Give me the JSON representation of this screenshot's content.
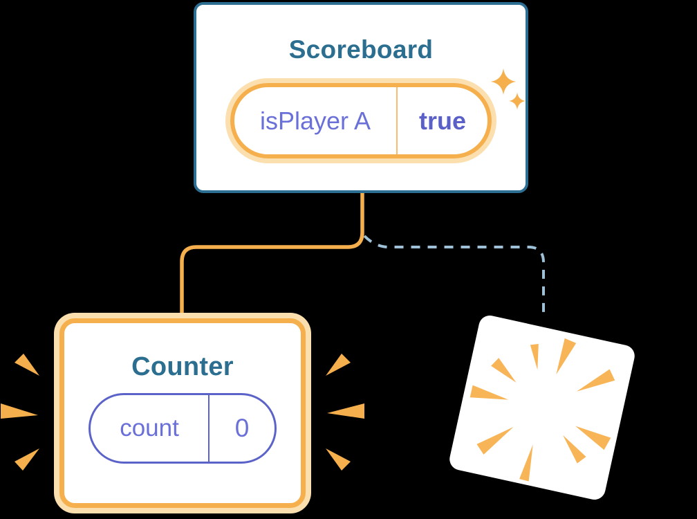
{
  "background_color": "#000000",
  "palette": {
    "card_background": "#FFFFFF",
    "teal_border": "#2D6E93",
    "teal_text": "#2B6E90",
    "orange": "#F5AF4D",
    "orange_light": "#FCDFAE",
    "purple_border": "#5B63C9",
    "purple_text": "#6A70D8",
    "purple_text_bold": "#5A60C8",
    "dashed_connector_blue": "#9EC1D8",
    "burst_orange": "#F7B558"
  },
  "scoreboard": {
    "title": "Scoreboard",
    "state_key": "isPlayer A",
    "state_value": "true"
  },
  "counter": {
    "title": "Counter",
    "state_key": "count",
    "state_value": "0"
  }
}
